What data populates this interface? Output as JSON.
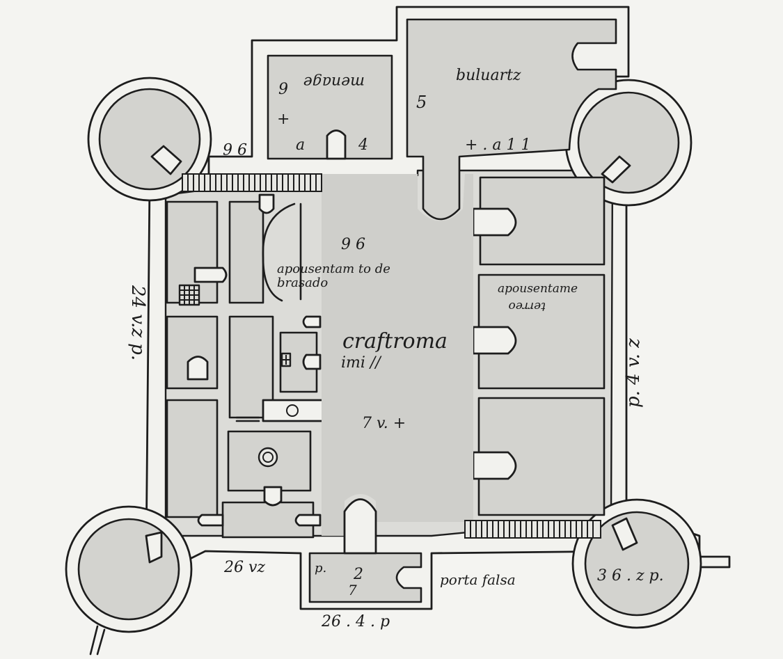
{
  "labels": {
    "courtyard_name": "craftroma",
    "courtyard_note": "imi //",
    "courtyard_dim": "7 v. +",
    "upper_left_room": "menage",
    "upper_right_room": "buluartz",
    "upper_right_dim": "+ . a 1 1",
    "chamber_left_num": "9 6",
    "chamber_left_line1": "apousentam to de",
    "chamber_left_line2": "brasado",
    "chamber_right_line1": "apousentame",
    "chamber_right_line2": "terreo",
    "left_side_dim": "24 v.z p.",
    "right_side_dim": "p. 4 v. z",
    "bottom_left_dim": "26 vz",
    "gate_p": "p.",
    "gate_inner": "2",
    "false_door": "porta falsa",
    "gate_dim": "26 . 4 . p",
    "tower_br_dim": "3 6 . z p.",
    "north_mark": "9 6",
    "mark_a": "a",
    "mark_plus": "+",
    "mark_4": "4",
    "mark_9": "9",
    "mark_5": "5",
    "mark_7": "7"
  }
}
